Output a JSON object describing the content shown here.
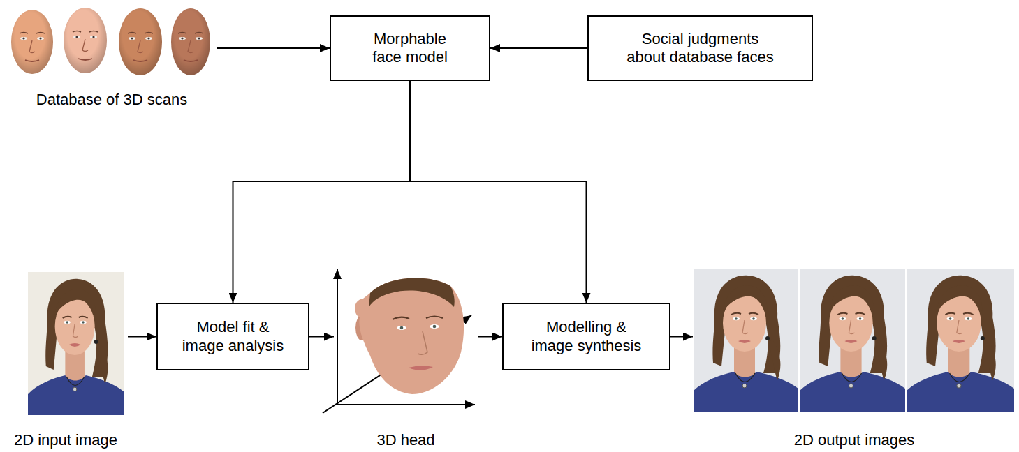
{
  "diagram": {
    "nodes": [
      {
        "text": [
          "Database of 3D scans"
        ]
      },
      {
        "text": [
          "Morphable face model"
        ]
      },
      {
        "text": [
          "Social judgments about database faces"
        ]
      },
      {
        "text": [
          "2D input image"
        ]
      },
      {
        "text": [
          "Model fit & image analysis"
        ]
      },
      {
        "text": [
          "3D head"
        ]
      },
      {
        "text": [
          "Modelling & image synthesis"
        ]
      },
      {
        "text": [
          "2D output images"
        ]
      }
    ],
    "edges": [
      {
        "from": 0,
        "to": 1,
        "arrow": "to"
      },
      {
        "from": 2,
        "to": 1,
        "arrow": "to"
      },
      {
        "from": 1,
        "to": 4,
        "arrow": "to"
      },
      {
        "from": 1,
        "to": 6,
        "arrow": "to"
      },
      {
        "from": 3,
        "to": 4,
        "arrow": "to"
      },
      {
        "from": 4,
        "to": 5,
        "arrow": "to"
      },
      {
        "from": 5,
        "to": 6,
        "arrow": "to"
      },
      {
        "from": 6,
        "to": 7,
        "arrow": "to"
      }
    ]
  }
}
